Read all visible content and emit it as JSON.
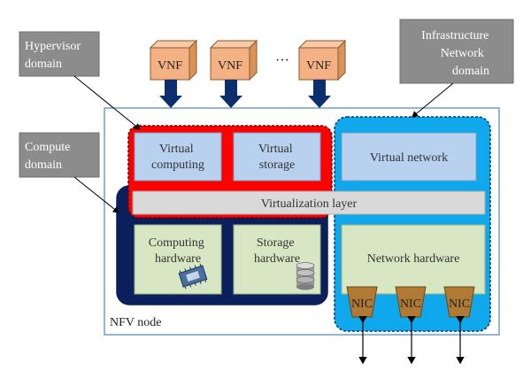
{
  "vnf": {
    "label": "VNF",
    "ellipsis": "···"
  },
  "domains": {
    "hypervisor": [
      "Hypervisor",
      "domain"
    ],
    "compute": [
      "Compute",
      "domain"
    ],
    "infrastructure": [
      "Infrastructure",
      "Network",
      "domain"
    ]
  },
  "blocks": {
    "virtual_computing": [
      "Virtual",
      "computing"
    ],
    "virtual_storage": [
      "Virtual",
      "storage"
    ],
    "virtual_network": "Virtual network",
    "virtualization_layer": "Virtualization layer",
    "computing_hardware": [
      "Computing",
      "hardware"
    ],
    "storage_hardware": [
      "Storage",
      "hardware"
    ],
    "network_hardware": "Network hardware",
    "nic": "NIC"
  },
  "node_label": "NFV node",
  "colors": {
    "vnf_cube": "#f4b183",
    "vnf_arrow": "#0b2f6e",
    "hypervisor_domain": "#ff0000",
    "compute_domain": "#0b1f5c",
    "network_domain": "#10a8ec",
    "virtual_block": "#b7d1ee",
    "hardware_block": "#d7e6c3",
    "virtualization_layer": "#d9d9d9",
    "label_box": "#8c8c8c",
    "nic": "#b07a35"
  }
}
